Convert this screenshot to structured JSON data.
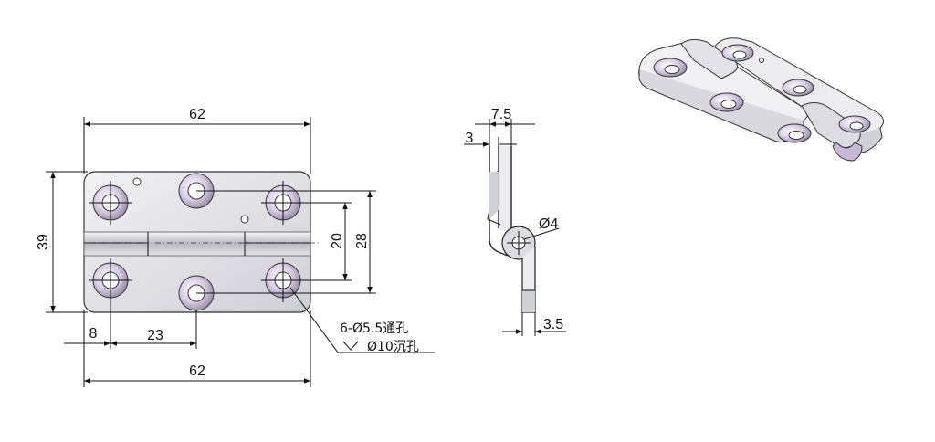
{
  "front_view": {
    "width_top": "62",
    "height": "39",
    "hole_spacing_20": "20",
    "hole_spacing_28": "28",
    "edge_offset": "8",
    "hole_pitch": "23",
    "width_bottom": "62",
    "hole_note_through": "6-Ø5.5通孔",
    "hole_note_counterbore": "Ø10沉孔"
  },
  "side_view": {
    "overall_thickness": "7.5",
    "leaf_thickness": "3",
    "pin_diameter": "Ø4",
    "bottom_leaf_thickness": "3.5"
  },
  "colors": {
    "line": "#111111",
    "metal_light": "#e6e6ea",
    "metal_mid": "#c9c9cf",
    "countersink_tint": "#c8b8d8"
  }
}
